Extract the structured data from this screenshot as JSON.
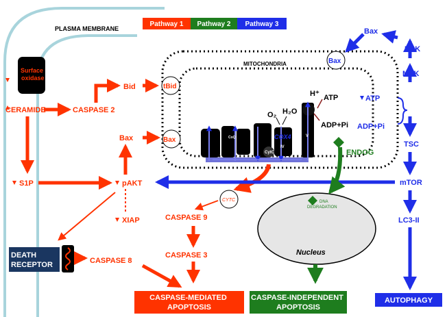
{
  "membrane_label": "PLASMA MEMBRANE",
  "legend": [
    {
      "label": "Pathway 1",
      "color": "#ff3300"
    },
    {
      "label": "Pathway 2",
      "color": "#1e7d1e"
    },
    {
      "label": "Pathway 3",
      "color": "#1f2ee8"
    }
  ],
  "mito_label": "MITOCHONDRIA",
  "surface_oxidase": "Surface oxidase",
  "red_nodes": {
    "ceramide": "CERAMIDE",
    "caspase2": "CASPASE 2",
    "bid": "Bid",
    "tbid": "tBid",
    "bax": "Bax",
    "bax_mito": "Bax",
    "s1p": "S1P",
    "pakt": "pAKT",
    "xiap": "XIAP",
    "caspase9": "CASPASE 9",
    "caspase3": "CASPASE 3",
    "caspase8": "CASPASE 8",
    "cytc": "CYTC"
  },
  "blue_nodes": {
    "bax": "Bax",
    "bax_mito": "Bax",
    "erk": "ERK",
    "mek": "MEK",
    "atp": "ATP",
    "adp": "ADP+Pi",
    "tsc": "TSC",
    "mtor": "mTOR",
    "lc3": "LC3-II",
    "cox4": "COX4"
  },
  "mito_internal": {
    "h_plus": "H⁺",
    "atp": "ATP",
    "adp": "ADP+Pi",
    "o2": "O₂",
    "h2o": "H₂O",
    "cytc": "CytC",
    "q": "CoQ",
    "iv": "IV",
    "v": "V"
  },
  "green_nodes": {
    "endog": "ENDOG",
    "dna": "DNA DEGRADATION"
  },
  "nucleus_label": "Nucleus",
  "death_receptor": "DEATH RECEPTOR",
  "outcomes": {
    "caspase_mediated": "CASPASE-MEDIATED APOPTOSIS",
    "caspase_independent": "CASPASE-INDEPENDENT APOPTOSIS",
    "autophagy": "AUTOPHAGY"
  }
}
